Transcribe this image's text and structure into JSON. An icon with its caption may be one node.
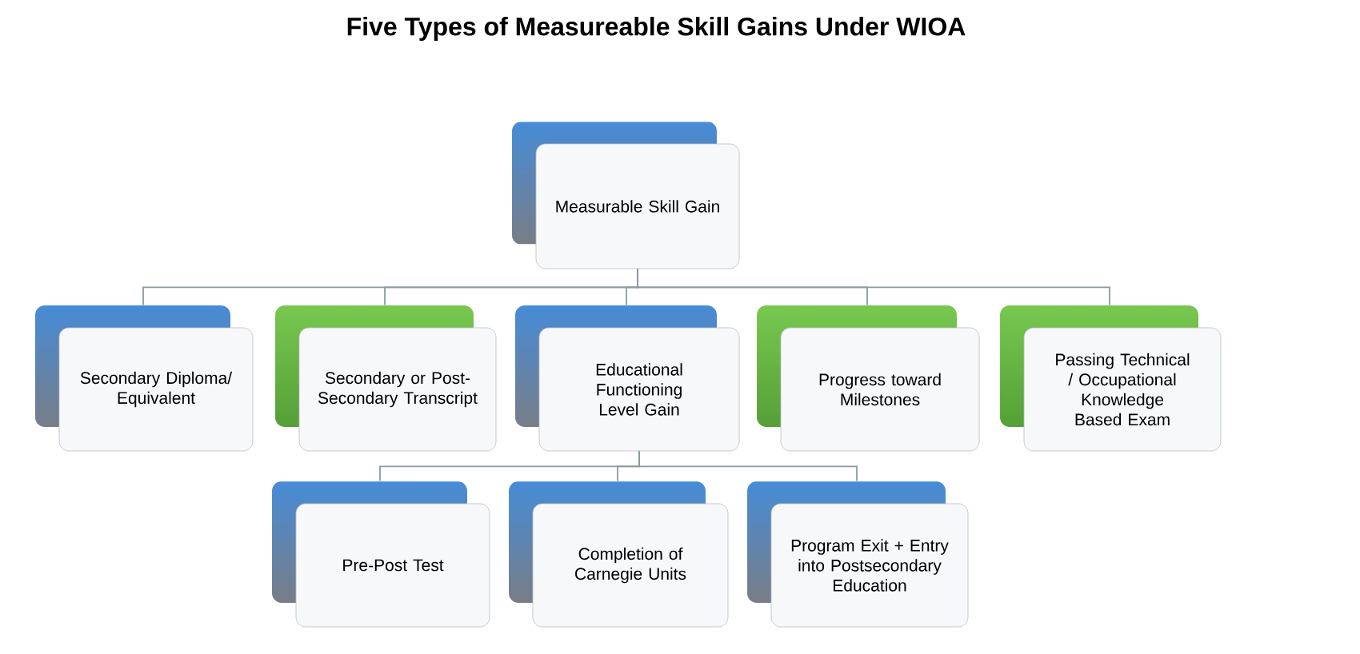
{
  "diagram": {
    "title": "Five Types of Measureable Skill Gains Under WIOA",
    "nodes": [
      {
        "text": [
          "Measurable Skill Gain"
        ]
      },
      {
        "text": [
          "Secondary Diploma/ Equivalent"
        ]
      },
      {
        "text": [
          "Secondary or Post-Secondary Transcript"
        ]
      },
      {
        "text": [
          "Educational Functioning Level Gain"
        ]
      },
      {
        "text": [
          "Progress toward Milestones"
        ]
      },
      {
        "text": [
          "Passing Technical / Occupational Knowledge Based Exam"
        ]
      },
      {
        "text": [
          "Pre-Post Test"
        ]
      },
      {
        "text": [
          "Completion of Carnegie Units"
        ]
      },
      {
        "text": [
          "Program Exit + Entry into Postsecondary Education"
        ]
      }
    ],
    "edges": [
      {
        "from": 0,
        "to": 1,
        "arrow": "none"
      },
      {
        "from": 0,
        "to": 2,
        "arrow": "none"
      },
      {
        "from": 0,
        "to": 3,
        "arrow": "none"
      },
      {
        "from": 0,
        "to": 4,
        "arrow": "none"
      },
      {
        "from": 0,
        "to": 5,
        "arrow": "none"
      },
      {
        "from": 3,
        "to": 6,
        "arrow": "none"
      },
      {
        "from": 3,
        "to": 7,
        "arrow": "none"
      },
      {
        "from": 3,
        "to": 8,
        "arrow": "none"
      }
    ]
  }
}
